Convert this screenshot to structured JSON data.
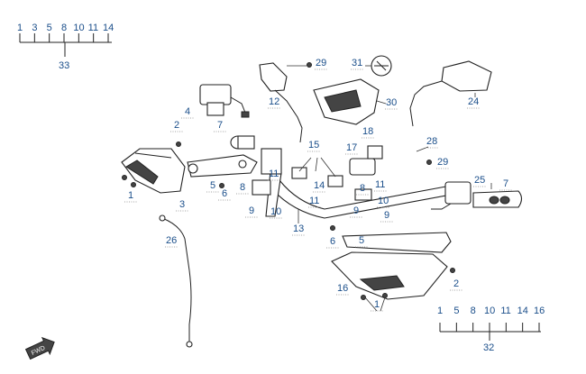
{
  "diagram": {
    "kit_top_left": {
      "total": "33",
      "items": [
        "1",
        "3",
        "5",
        "8",
        "10",
        "11",
        "14"
      ]
    },
    "kit_bottom_right": {
      "total": "32",
      "items": [
        "1",
        "5",
        "8",
        "10",
        "11",
        "14",
        "16"
      ]
    },
    "callouts": [
      {
        "n": "1",
        "at": [
          145,
          220
        ]
      },
      {
        "n": "2",
        "at": [
          196,
          142
        ]
      },
      {
        "n": "3",
        "at": [
          202,
          230
        ]
      },
      {
        "n": "4",
        "at": [
          208,
          127
        ]
      },
      {
        "n": "5",
        "at": [
          236,
          209
        ]
      },
      {
        "n": "6",
        "at": [
          249,
          218
        ]
      },
      {
        "n": "7",
        "at": [
          244,
          142
        ]
      },
      {
        "n": "8",
        "at": [
          269,
          211
        ]
      },
      {
        "n": "9",
        "at": [
          279,
          237
        ]
      },
      {
        "n": "11",
        "at": [
          304,
          196
        ]
      },
      {
        "n": "10",
        "at": [
          306,
          238
        ]
      },
      {
        "n": "12",
        "at": [
          304,
          116
        ]
      },
      {
        "n": "29",
        "at": [
          356,
          73
        ]
      },
      {
        "n": "31",
        "at": [
          396,
          73
        ]
      },
      {
        "n": "30",
        "at": [
          434,
          117
        ]
      },
      {
        "n": "24",
        "at": [
          525,
          116
        ]
      },
      {
        "n": "15",
        "at": [
          348,
          164
        ]
      },
      {
        "n": "14",
        "at": [
          354,
          209
        ]
      },
      {
        "n": "17",
        "at": [
          390,
          167
        ]
      },
      {
        "n": "18",
        "at": [
          408,
          149
        ]
      },
      {
        "n": "28",
        "at": [
          479,
          160
        ]
      },
      {
        "n": "29",
        "at": [
          491,
          183
        ]
      },
      {
        "n": "8",
        "at": [
          402,
          212
        ]
      },
      {
        "n": "11",
        "at": [
          422,
          208
        ]
      },
      {
        "n": "11",
        "at": [
          349,
          226
        ]
      },
      {
        "n": "10",
        "at": [
          425,
          226
        ]
      },
      {
        "n": "9",
        "at": [
          395,
          237
        ]
      },
      {
        "n": "9",
        "at": [
          429,
          242
        ]
      },
      {
        "n": "25",
        "at": [
          532,
          203
        ]
      },
      {
        "n": "7",
        "at": [
          561,
          207
        ]
      },
      {
        "n": "13",
        "at": [
          331,
          257
        ]
      },
      {
        "n": "6",
        "at": [
          369,
          271
        ]
      },
      {
        "n": "5",
        "at": [
          401,
          270
        ]
      },
      {
        "n": "26",
        "at": [
          190,
          270
        ]
      },
      {
        "n": "16",
        "at": [
          380,
          323
        ]
      },
      {
        "n": "2",
        "at": [
          506,
          318
        ]
      },
      {
        "n": "1",
        "at": [
          418,
          341
        ]
      }
    ],
    "fwd_label": "FWD"
  }
}
